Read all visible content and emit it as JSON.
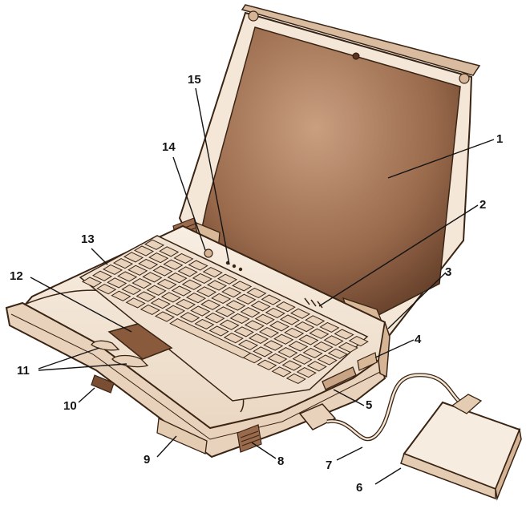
{
  "colors": {
    "ink": "#141414",
    "outline": "#3a2414",
    "screen_light": "#c69a78",
    "screen_dark": "#6e4630",
    "body_fill": "#f4e7d8",
    "key_fill": "#e8d2bc",
    "touchpad_fill": "#8a5a3c",
    "background": "#ffffff"
  },
  "callouts": {
    "c1": "1",
    "c2": "2",
    "c3": "3",
    "c4": "4",
    "c5": "5",
    "c6": "6",
    "c7": "7",
    "c8": "8",
    "c9": "9",
    "c10": "10",
    "c11": "11",
    "c12": "12",
    "c13": "13",
    "c14": "14",
    "c15": "15"
  }
}
